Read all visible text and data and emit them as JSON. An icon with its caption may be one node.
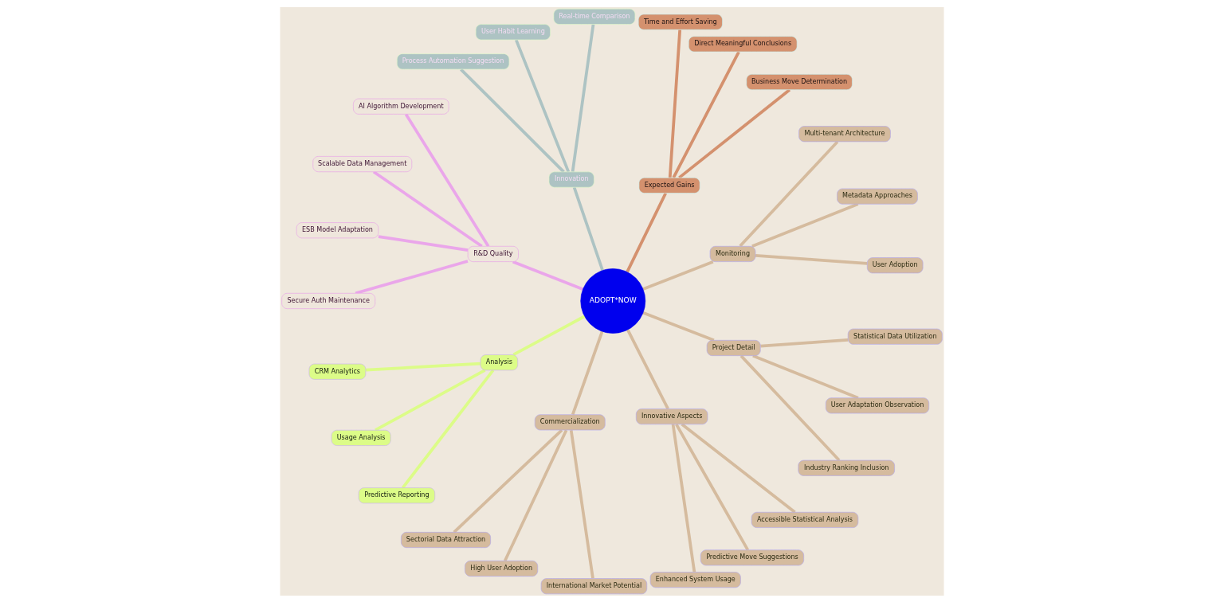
{
  "diagram": {
    "nodes": [
      {
        "text": [
          "ADOPT*NOW"
        ]
      },
      {
        "text": [
          "Monitoring"
        ]
      },
      {
        "text": [
          "User Adoption"
        ]
      },
      {
        "text": [
          "Metadata Approaches"
        ]
      },
      {
        "text": [
          "Multi-tenant Architecture"
        ]
      },
      {
        "text": [
          "Expected Gains"
        ]
      },
      {
        "text": [
          "Business Move Determination"
        ]
      },
      {
        "text": [
          "Direct Meaningful Conclusions"
        ]
      },
      {
        "text": [
          "Time and Effort Saving"
        ]
      },
      {
        "text": [
          "Innovation"
        ]
      },
      {
        "text": [
          "Real-time Comparison"
        ]
      },
      {
        "text": [
          "User Habit Learning"
        ]
      },
      {
        "text": [
          "Process Automation Suggestion"
        ]
      },
      {
        "text": [
          "R&D Quality"
        ]
      },
      {
        "text": [
          "AI Algorithm Development"
        ]
      },
      {
        "text": [
          "Scalable Data Management"
        ]
      },
      {
        "text": [
          "ESB Model Adaptation"
        ]
      },
      {
        "text": [
          "Secure Auth Maintenance"
        ]
      },
      {
        "text": [
          "Analysis"
        ]
      },
      {
        "text": [
          "CRM Analytics"
        ]
      },
      {
        "text": [
          "Usage Analysis"
        ]
      },
      {
        "text": [
          "Predictive Reporting"
        ]
      },
      {
        "text": [
          "Commercialization"
        ]
      },
      {
        "text": [
          "Sectorial Data Attraction"
        ]
      },
      {
        "text": [
          "High User Adoption"
        ]
      },
      {
        "text": [
          "International Market Potential"
        ]
      },
      {
        "text": [
          "Innovative Aspects"
        ]
      },
      {
        "text": [
          "Enhanced System Usage"
        ]
      },
      {
        "text": [
          "Predictive Move Suggestions"
        ]
      },
      {
        "text": [
          "Accessible Statistical Analysis"
        ]
      },
      {
        "text": [
          "Project Detail"
        ]
      },
      {
        "text": [
          "Industry Ranking Inclusion"
        ]
      },
      {
        "text": [
          "User Adaptation Observation"
        ]
      },
      {
        "text": [
          "Statistical Data Utilization"
        ]
      }
    ],
    "edges": [
      {
        "from": 0,
        "to": 1,
        "arrow": "none"
      },
      {
        "from": 1,
        "to": 2,
        "arrow": "none"
      },
      {
        "from": 1,
        "to": 3,
        "arrow": "none"
      },
      {
        "from": 1,
        "to": 4,
        "arrow": "none"
      },
      {
        "from": 0,
        "to": 5,
        "arrow": "none",
        "color": "#d4916e"
      },
      {
        "from": 5,
        "to": 6,
        "arrow": "none",
        "color": "#d4916e"
      },
      {
        "from": 5,
        "to": 7,
        "arrow": "none",
        "color": "#d4916e"
      },
      {
        "from": 5,
        "to": 8,
        "arrow": "none",
        "color": "#d4916e"
      },
      {
        "from": 0,
        "to": 9,
        "arrow": "none",
        "color": "#adc3c3"
      },
      {
        "from": 9,
        "to": 10,
        "arrow": "none",
        "color": "#adc3c3"
      },
      {
        "from": 9,
        "to": 11,
        "arrow": "none",
        "color": "#adc3c3"
      },
      {
        "from": 9,
        "to": 12,
        "arrow": "none",
        "color": "#adc3c3"
      },
      {
        "from": 0,
        "to": 13,
        "arrow": "none",
        "color": "#eaa6ea"
      },
      {
        "from": 13,
        "to": 14,
        "arrow": "none",
        "color": "#eaa6ea"
      },
      {
        "from": 13,
        "to": 15,
        "arrow": "none",
        "color": "#eaa6ea"
      },
      {
        "from": 13,
        "to": 16,
        "arrow": "none",
        "color": "#eaa6ea"
      },
      {
        "from": 13,
        "to": 17,
        "arrow": "none",
        "color": "#eaa6ea"
      },
      {
        "from": 0,
        "to": 18,
        "arrow": "none",
        "color": "#dcfc88"
      },
      {
        "from": 18,
        "to": 19,
        "arrow": "none",
        "color": "#dcfc88"
      },
      {
        "from": 18,
        "to": 20,
        "arrow": "none",
        "color": "#dcfc88"
      },
      {
        "from": 18,
        "to": 21,
        "arrow": "none",
        "color": "#dcfc88"
      },
      {
        "from": 0,
        "to": 22,
        "arrow": "none"
      },
      {
        "from": 22,
        "to": 23,
        "arrow": "none"
      },
      {
        "from": 22,
        "to": 24,
        "arrow": "none"
      },
      {
        "from": 22,
        "to": 25,
        "arrow": "none"
      },
      {
        "from": 0,
        "to": 26,
        "arrow": "none"
      },
      {
        "from": 26,
        "to": 27,
        "arrow": "none"
      },
      {
        "from": 26,
        "to": 28,
        "arrow": "none"
      },
      {
        "from": 26,
        "to": 29,
        "arrow": "none"
      },
      {
        "from": 0,
        "to": 30,
        "arrow": "none"
      },
      {
        "from": 30,
        "to": 31,
        "arrow": "none"
      },
      {
        "from": 30,
        "to": 32,
        "arrow": "none"
      },
      {
        "from": 30,
        "to": 33,
        "arrow": "none"
      }
    ]
  }
}
